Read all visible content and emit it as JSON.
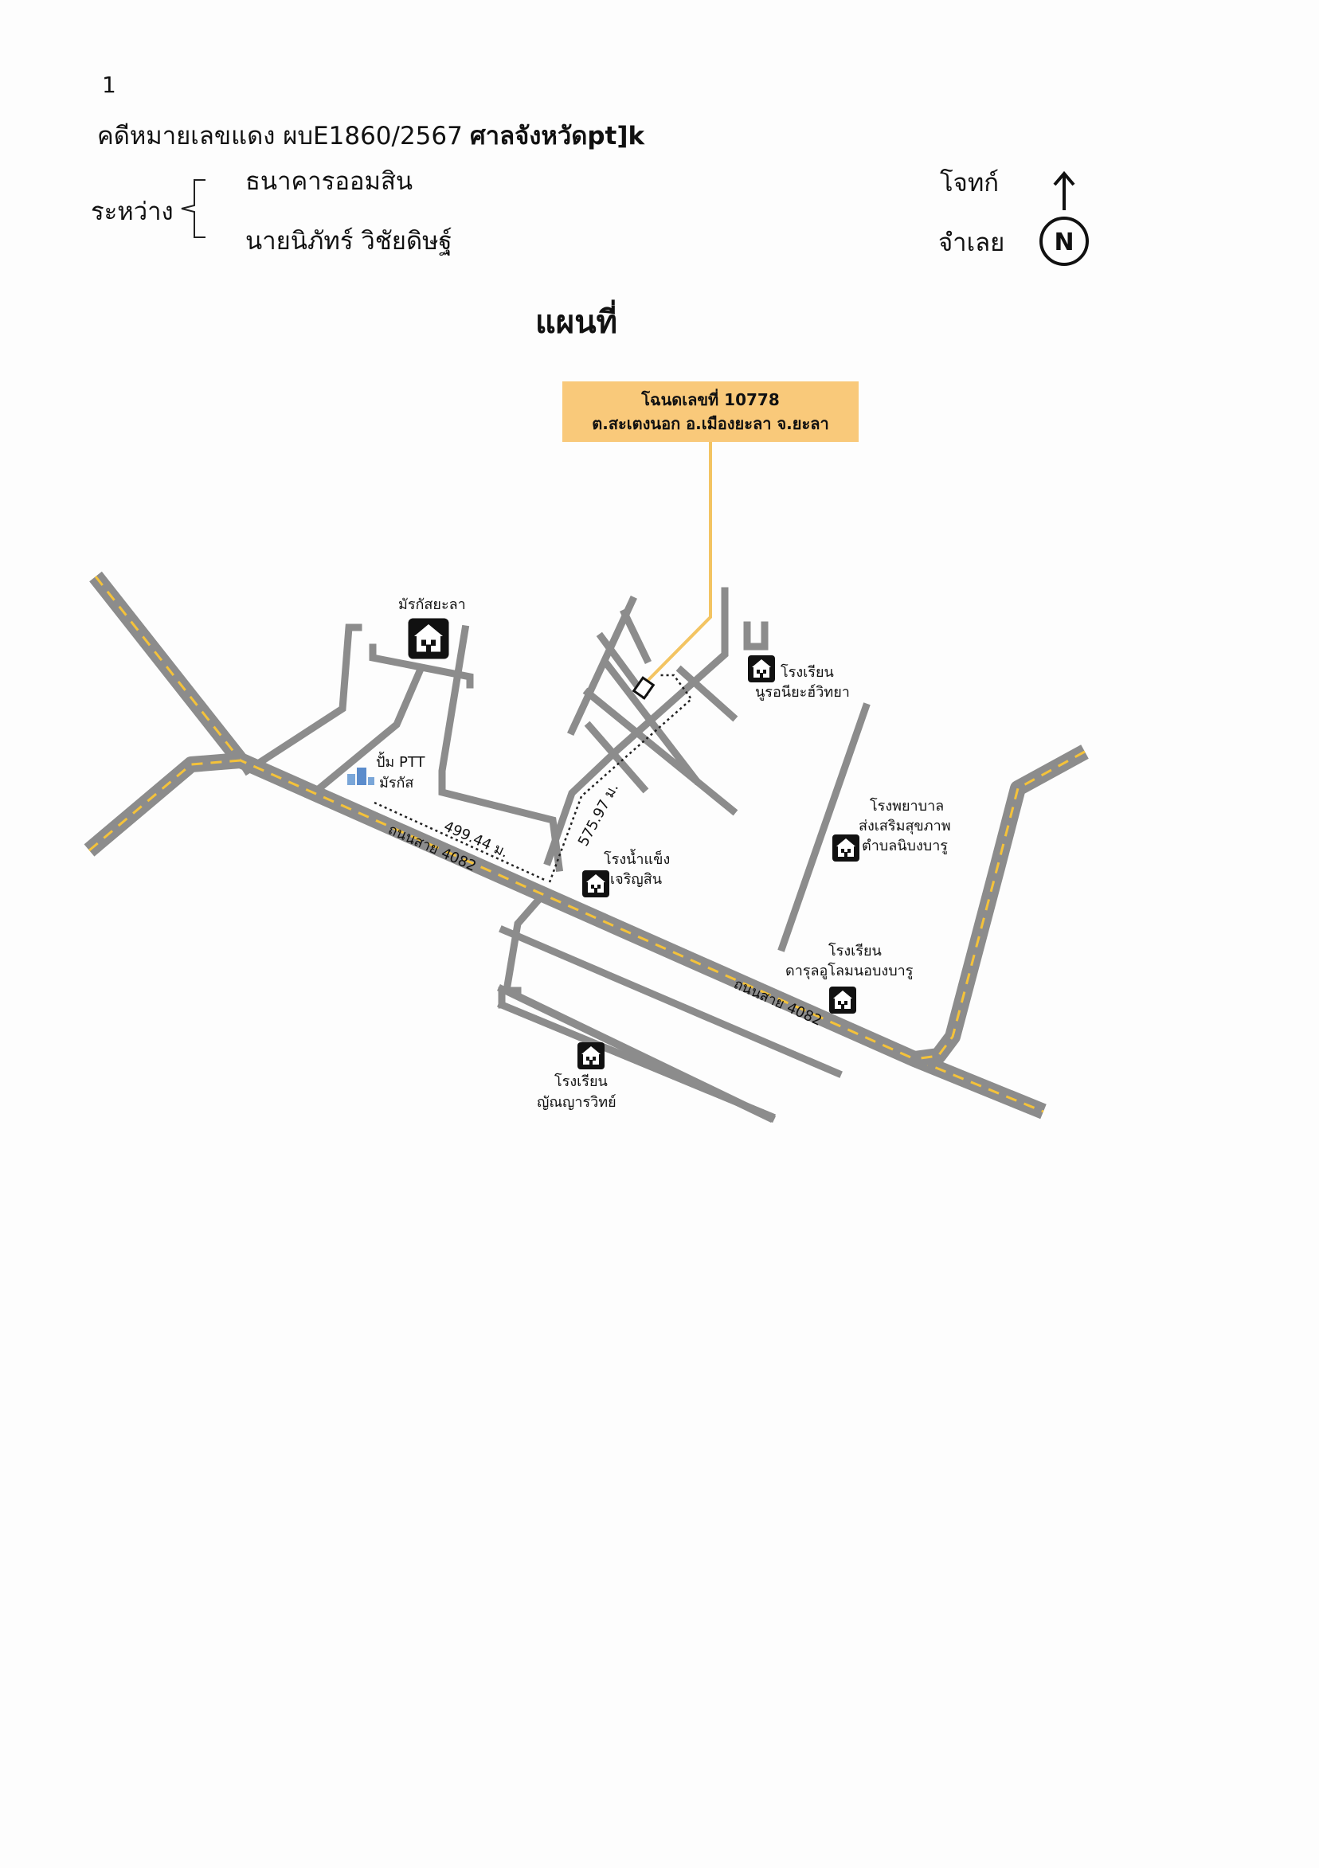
{
  "header": {
    "page_mark": "1",
    "case_label": "คดีหมายเลขแดง ผบE1860/2567",
    "court": "ศาลจังหวัดpt]k",
    "between_label": "ระหว่าง",
    "plaintiff_name": "ธนาคารออมสิน",
    "defendant_name": "นายนิภัทร์   วิชัยดิษฐ์",
    "plaintiff_role": "โจทก์",
    "defendant_role": "จำเลย",
    "north_label": "N"
  },
  "map_title": "แผนที่",
  "callout": {
    "line1": "โฉนดเลขที่ 10778",
    "line2": "ต.สะเตงนอก อ.เมืองยะลา จ.ยะลา"
  },
  "road_labels": {
    "road_west": "ถนนสาย 4082",
    "road_east": "ถนนสาย 4082"
  },
  "distances": {
    "pump_to_junction": "499.44 ม.",
    "junction_to_parcel": "575.97 ม."
  },
  "landmarks": {
    "mosque_yala": "มัรกัสยะลา",
    "ptt_line1": "ปั้ม PTT",
    "ptt_line2": "มัรกัส",
    "ice_factory_line1": "โรงน้ำแข็ง",
    "ice_factory_line2": "เจริญสิน",
    "school_nurul_line1": "โรงเรียน",
    "school_nurul_line2": "นูรอนียะฮ์วิทยา",
    "hospital_line1": "โรงพยาบาล",
    "hospital_line2": "ส่งเสริมสุขภาพ",
    "hospital_line3": "ตำบลนิบงบารู",
    "school_darul_line1": "โรงเรียน",
    "school_darul_line2": "ดารุลอูโลมนอบงบารู",
    "school_yanya_line1": "โรงเรียน",
    "school_yanya_line2": "ญัณญารวิทย์"
  },
  "colors": {
    "road_gray": "#8c8c8c",
    "lane_yellow": "#f4c23a",
    "callout_fill": "#f9c97a",
    "callout_line": "#f3c462"
  }
}
